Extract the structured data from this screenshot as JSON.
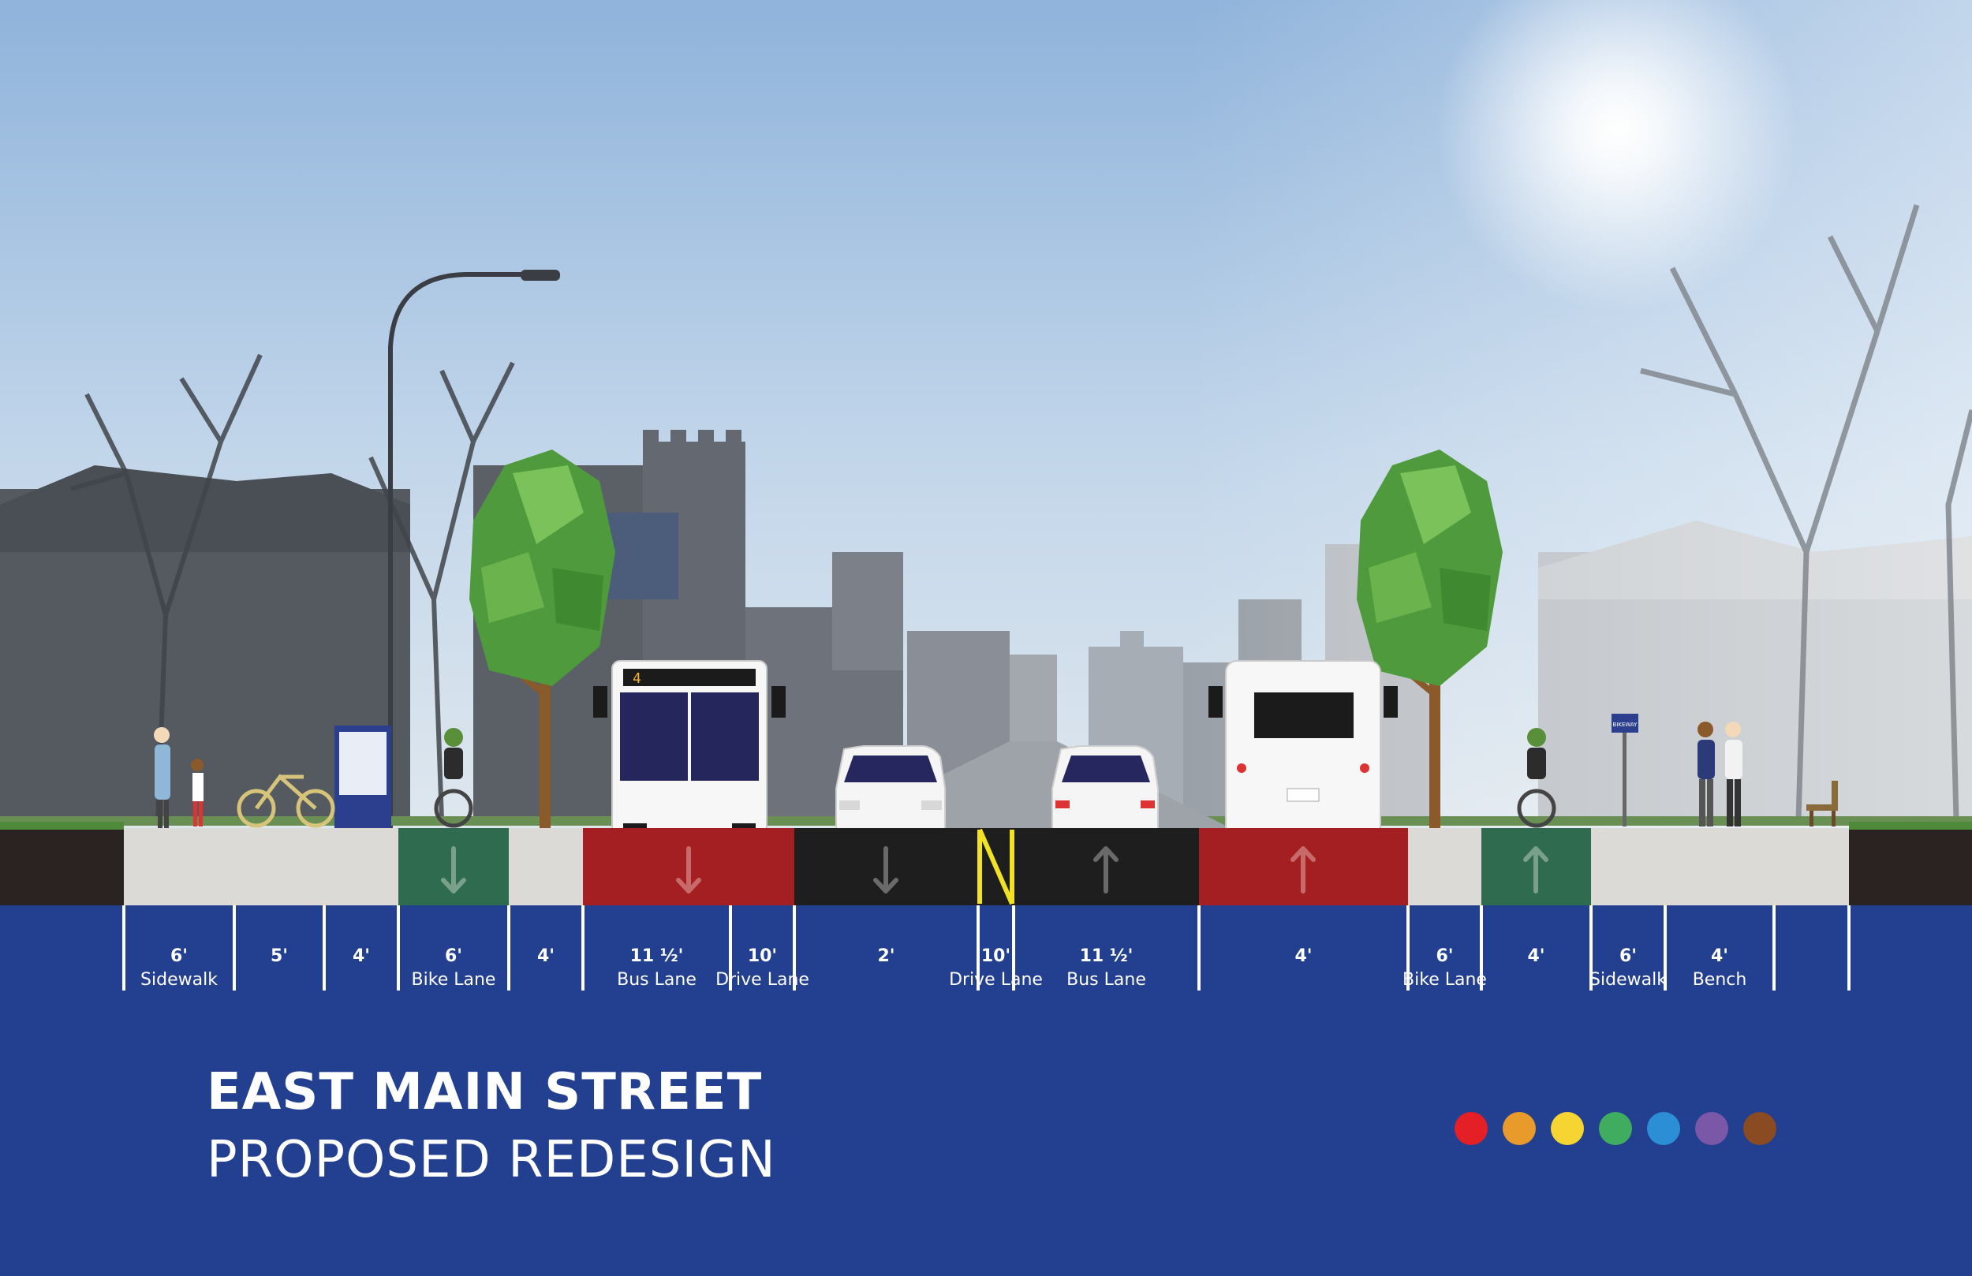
{
  "title": "EAST MAIN STREET",
  "subtitle": "PROPOSED REDESIGN",
  "lanes": [
    {
      "width": "6'",
      "name": "Sidewalk"
    },
    {
      "width": "5'",
      "name": ""
    },
    {
      "width": "4'",
      "name": ""
    },
    {
      "width": "6'",
      "name": "Bike Lane"
    },
    {
      "width": "4'",
      "name": ""
    },
    {
      "width": "11 ½'",
      "name": "Bus Lane"
    },
    {
      "width": "10'",
      "name": "Drive Lane"
    },
    {
      "width": "2'",
      "name": ""
    },
    {
      "width": "10'",
      "name": "Drive Lane"
    },
    {
      "width": "11 ½'",
      "name": "Bus Lane"
    },
    {
      "width": "4'",
      "name": ""
    },
    {
      "width": "6'",
      "name": "Bike Lane"
    },
    {
      "width": "4'",
      "name": ""
    },
    {
      "width": "6'",
      "name": "Sidewalk"
    },
    {
      "width": "4'",
      "name": "Bench"
    }
  ],
  "bus_number": "4",
  "sign_text": "BIKEWAY",
  "colors": {
    "background": "#233f8f",
    "bike_lane": "#2e6b4f",
    "bus_lane": "#a31f22",
    "drive_lane": "#1e1e1e",
    "sidewalk": "#dcdad6",
    "median_stripe": "#f2e225"
  },
  "logo_dots": [
    "#e41f26",
    "#e89a2a",
    "#f6d532",
    "#3fac5f",
    "#2c8fd5",
    "#7a58a7",
    "#8a4b22"
  ]
}
